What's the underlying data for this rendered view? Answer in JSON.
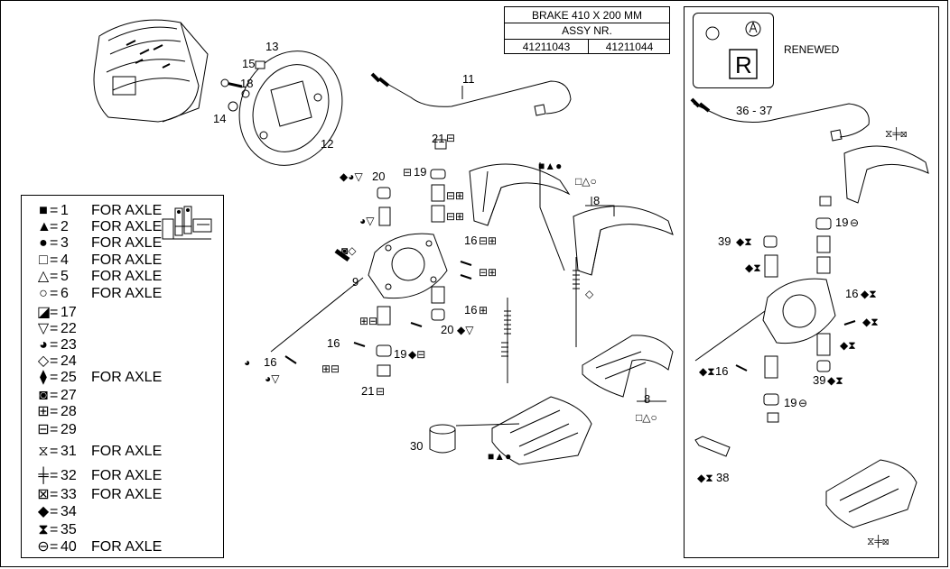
{
  "title": {
    "line1": "BRAKE 410 X 200 MM",
    "line2": "ASSY NR.",
    "assy_numbers": [
      "41211043",
      "41211044"
    ]
  },
  "renewed_label": "RENEWED",
  "renewed_mark": "R",
  "legend": [
    {
      "symbol": "■",
      "num": "1",
      "note": "FOR AXLE"
    },
    {
      "symbol": "▲",
      "num": "2",
      "note": "FOR AXLE"
    },
    {
      "symbol": "●",
      "num": "3",
      "note": "FOR AXLE"
    },
    {
      "symbol": "□",
      "num": "4",
      "note": "FOR AXLE"
    },
    {
      "symbol": "△",
      "num": "5",
      "note": "FOR AXLE"
    },
    {
      "symbol": "○",
      "num": "6",
      "note": "FOR AXLE"
    },
    {
      "symbol": "◪",
      "num": "17",
      "note": ""
    },
    {
      "symbol": "▽",
      "num": "22",
      "note": ""
    },
    {
      "symbol": "◕",
      "num": "23",
      "note": ""
    },
    {
      "symbol": "◇",
      "num": "24",
      "note": ""
    },
    {
      "symbol": "⧫",
      "num": "25",
      "note": "FOR AXLE"
    },
    {
      "symbol": "◙",
      "num": "27",
      "note": ""
    },
    {
      "symbol": "⊞",
      "num": "28",
      "note": ""
    },
    {
      "symbol": "⊟",
      "num": "29",
      "note": ""
    },
    {
      "symbol": "⧖",
      "num": "31",
      "note": "FOR AXLE"
    },
    {
      "symbol": "╪",
      "num": "32",
      "note": "FOR AXLE"
    },
    {
      "symbol": "⊠",
      "num": "33",
      "note": "FOR AXLE"
    },
    {
      "symbol": "◆",
      "num": "34",
      "note": ""
    },
    {
      "symbol": "⧗",
      "num": "35",
      "note": ""
    },
    {
      "symbol": "⊖",
      "num": "40",
      "note": "FOR AXLE"
    }
  ],
  "part_labels": {
    "p13": "13",
    "p15": "15",
    "p18": "18",
    "p14": "14",
    "p12": "12",
    "p11": "11",
    "p21a": "21",
    "p20a": "20",
    "p19a": "19",
    "p8a": "8",
    "p16a": "16",
    "p9": "9",
    "p16b": "16",
    "p20b": "20",
    "p16c": "16",
    "p19b": "19",
    "p16d": "16",
    "p21b": "21",
    "p8b": "8",
    "p30": "30",
    "p3637": "36 - 37",
    "p19c": "19",
    "p39a": "39",
    "p16e": "16",
    "p16f": "16",
    "p39b": "39",
    "p19d": "19",
    "p38": "38"
  },
  "part_symbols": {
    "s21a": "⊟",
    "s20a": "◆◕▽",
    "s19a": "⊟",
    "s8a": "□△○",
    "s_top": "■▲●",
    "s16a": "⊟⊞",
    "s_ls": "◙◇",
    "s_28a": "⊟⊞",
    "s_29a": "⊟⊞",
    "s16b": "⊟⊞",
    "s_lr": "◕▽",
    "s16c": "⊞",
    "s_28b": "⊞⊟",
    "s20b": "◆▽",
    "s19b": "◆⊟",
    "s16d": "◕",
    "s_bl": "◕▽",
    "s_b2": "⊞⊟",
    "s21b": "⊟",
    "s8b": "□△○",
    "s30": "■▲●",
    "s_r1": "⧖╪⊠",
    "s19c": "⊖",
    "s39a": "◆⧗",
    "s_r2": "◆⧗",
    "s16e": "◆⧗",
    "s_r3": "◆⧗",
    "s16f": "◆⧗",
    "s_r4": "◆⧗",
    "s39b": "◆⧗",
    "s19d": "⊖",
    "s38": "◆⧗",
    "s_r5": "⧖╪⊠",
    "s_diamond": "◇"
  }
}
